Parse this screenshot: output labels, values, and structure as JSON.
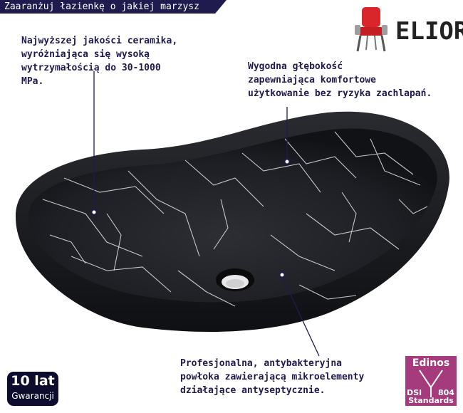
{
  "header": {
    "title": "Zaaranżuj łazienkę o jakiej marzysz"
  },
  "brand": {
    "name": "ELIOR",
    "icon": "red-chair-icon",
    "accent": "#d9262b"
  },
  "callouts": [
    {
      "text": "Najwyższej jakości ceramika,\nwyróżniająca się wysoką\nwytrzymałością do 30-1000\nMPa."
    },
    {
      "text": "Wygodna głębokość\nzapewniająca komfortowe\nużytkowanie bez ryzyka zachlapań."
    },
    {
      "text": "Profesjonalna, antybakteryjna\npowłoka zawierającą mikroelementy\ndziałające antyseptycznie."
    }
  ],
  "warranty": {
    "years": "10 lat",
    "label": "Gwarancji"
  },
  "edinos": {
    "name": "Edinos",
    "dsi": "DSI",
    "code": "804",
    "standards": "Standards"
  },
  "colors": {
    "navy": "#1f1b4e",
    "marble": "#1c1d22",
    "vein": "#e8e8e8",
    "badge": "#a53b7c"
  }
}
